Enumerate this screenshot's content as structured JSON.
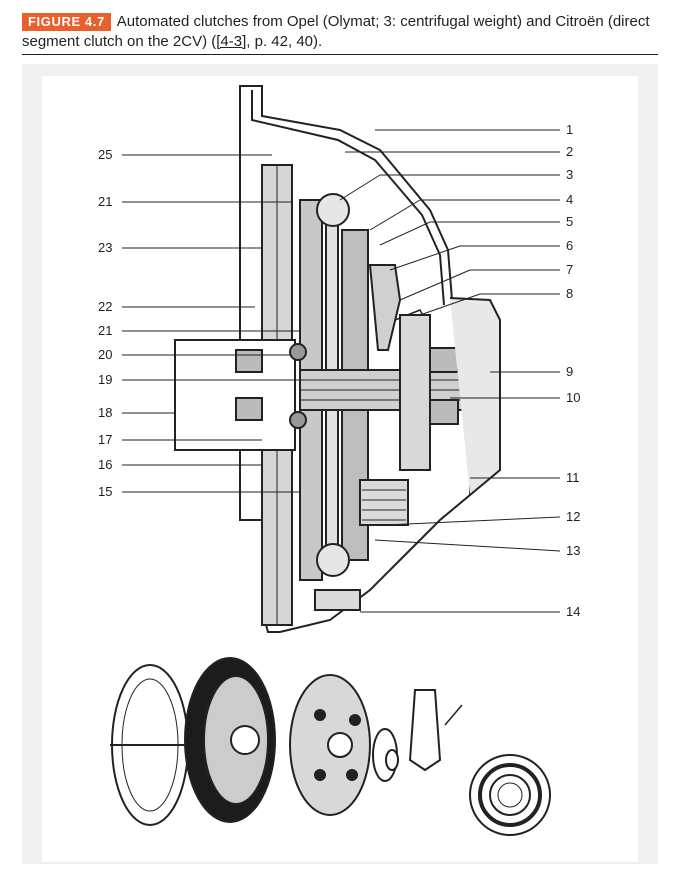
{
  "caption": {
    "figure_label": "FIGURE 4.7",
    "text_before_ref": "Automated clutches from Opel (Olymat; 3: centrifugal weight) and Citroën (direct segment clutch on the 2CV) (",
    "ref": "[4-3]",
    "text_after_ref": ", p. 42, 40)."
  },
  "colors": {
    "figure_label_bg": "#e8612c",
    "text": "#231f20",
    "panel_bg": "#f0f0f0"
  },
  "callouts": {
    "left": [
      "25",
      "21",
      "23",
      "22",
      "21",
      "20",
      "19",
      "18",
      "17",
      "16",
      "15"
    ],
    "right": [
      "1",
      "2",
      "3",
      "4",
      "5",
      "6",
      "7",
      "8",
      "9",
      "10",
      "11",
      "12",
      "13",
      "14"
    ]
  }
}
